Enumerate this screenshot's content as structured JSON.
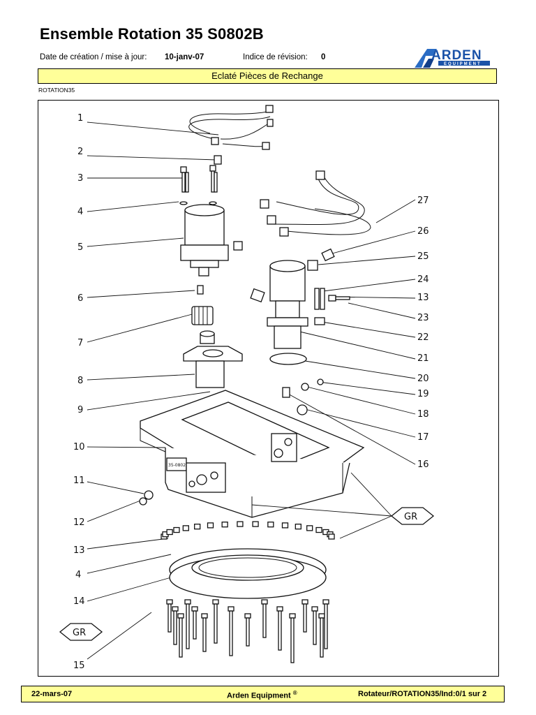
{
  "header": {
    "title": "Ensemble Rotation 35 S0802B",
    "date_label": "Date de création / mise à jour:",
    "date_value": "10-janv-07",
    "revision_label": "Indice de révision:",
    "revision_value": "0",
    "logo_text": "ARDEN",
    "logo_sub": "EQUIPMENT"
  },
  "banner": {
    "text": "Eclaté Pièces de Rechange"
  },
  "reference": "ROTATION35",
  "diagram": {
    "left_callouts": [
      "1",
      "2",
      "3",
      "4",
      "5",
      "6",
      "7",
      "8",
      "9",
      "10",
      "11",
      "12",
      "13",
      "4",
      "14",
      "15"
    ],
    "right_callouts": [
      "27",
      "26",
      "25",
      "24",
      "13",
      "23",
      "22",
      "21",
      "20",
      "19",
      "18",
      "17",
      "16"
    ],
    "gr_tag_1": "GR",
    "gr_tag_2": "GR",
    "plate_text": "35-0802"
  },
  "footer": {
    "date": "22-mars-07",
    "company": "Arden Equipment",
    "registered": "®",
    "doc_ref": "Rotateur/ROTATION35/Ind:0/1 sur 2"
  }
}
